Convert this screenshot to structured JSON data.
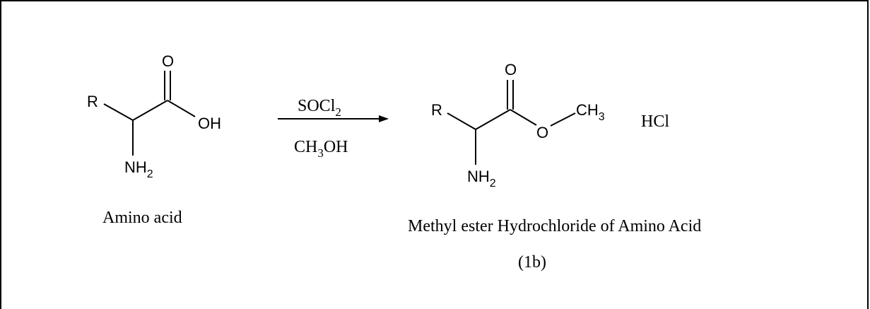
{
  "reactant": {
    "r_label": "R",
    "carbonyl_o": "O",
    "hydroxyl": "OH",
    "amine": "NH",
    "amine_sub": "2",
    "name": "Amino acid"
  },
  "conditions": {
    "reagent_main": "SOCl",
    "reagent_sub": "2",
    "solvent_a": "CH",
    "solvent_sub": "3",
    "solvent_b": "OH"
  },
  "product": {
    "r_label": "R",
    "carbonyl_o": "O",
    "ester_o": "O",
    "methyl": "CH",
    "methyl_sub": "3",
    "amine": "NH",
    "amine_sub": "2",
    "salt": "HCl",
    "name": "Methyl ester Hydrochloride of Amino Acid",
    "compound_id": "(1b)"
  }
}
